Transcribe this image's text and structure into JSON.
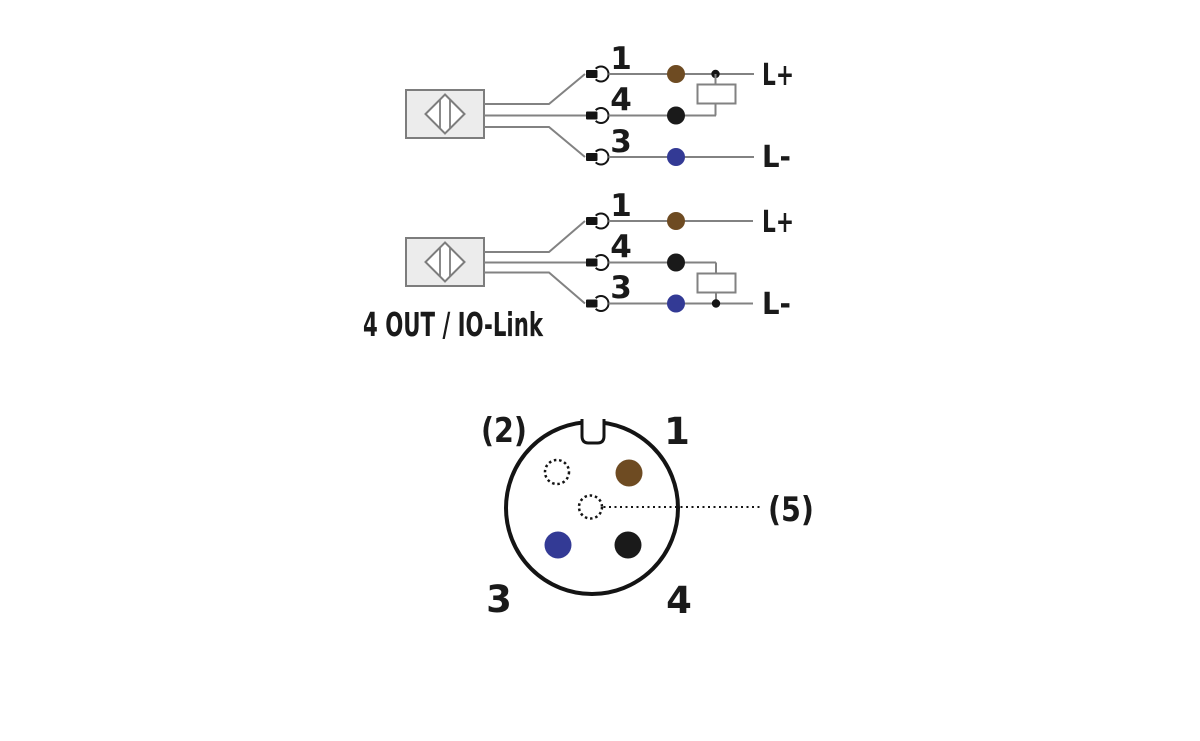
{
  "colors": {
    "brown": "#6E4B22",
    "black": "#1A1A1A",
    "blue": "#333A95"
  },
  "diagram_top": {
    "wire1": {
      "number": "1",
      "label": "L+"
    },
    "wire4": {
      "number": "4"
    },
    "wire3": {
      "number": "3",
      "label": "L-"
    }
  },
  "diagram_bottom": {
    "caption": "4 OUT / IO-Link",
    "wire1": {
      "number": "1",
      "label": "L+"
    },
    "wire4": {
      "number": "4"
    },
    "wire3": {
      "number": "3",
      "label": "L-"
    }
  },
  "connector": {
    "labels": {
      "pin1": "1",
      "pin2": "(2)",
      "pin3": "3",
      "pin4": "4",
      "pin5": "(5)"
    }
  }
}
